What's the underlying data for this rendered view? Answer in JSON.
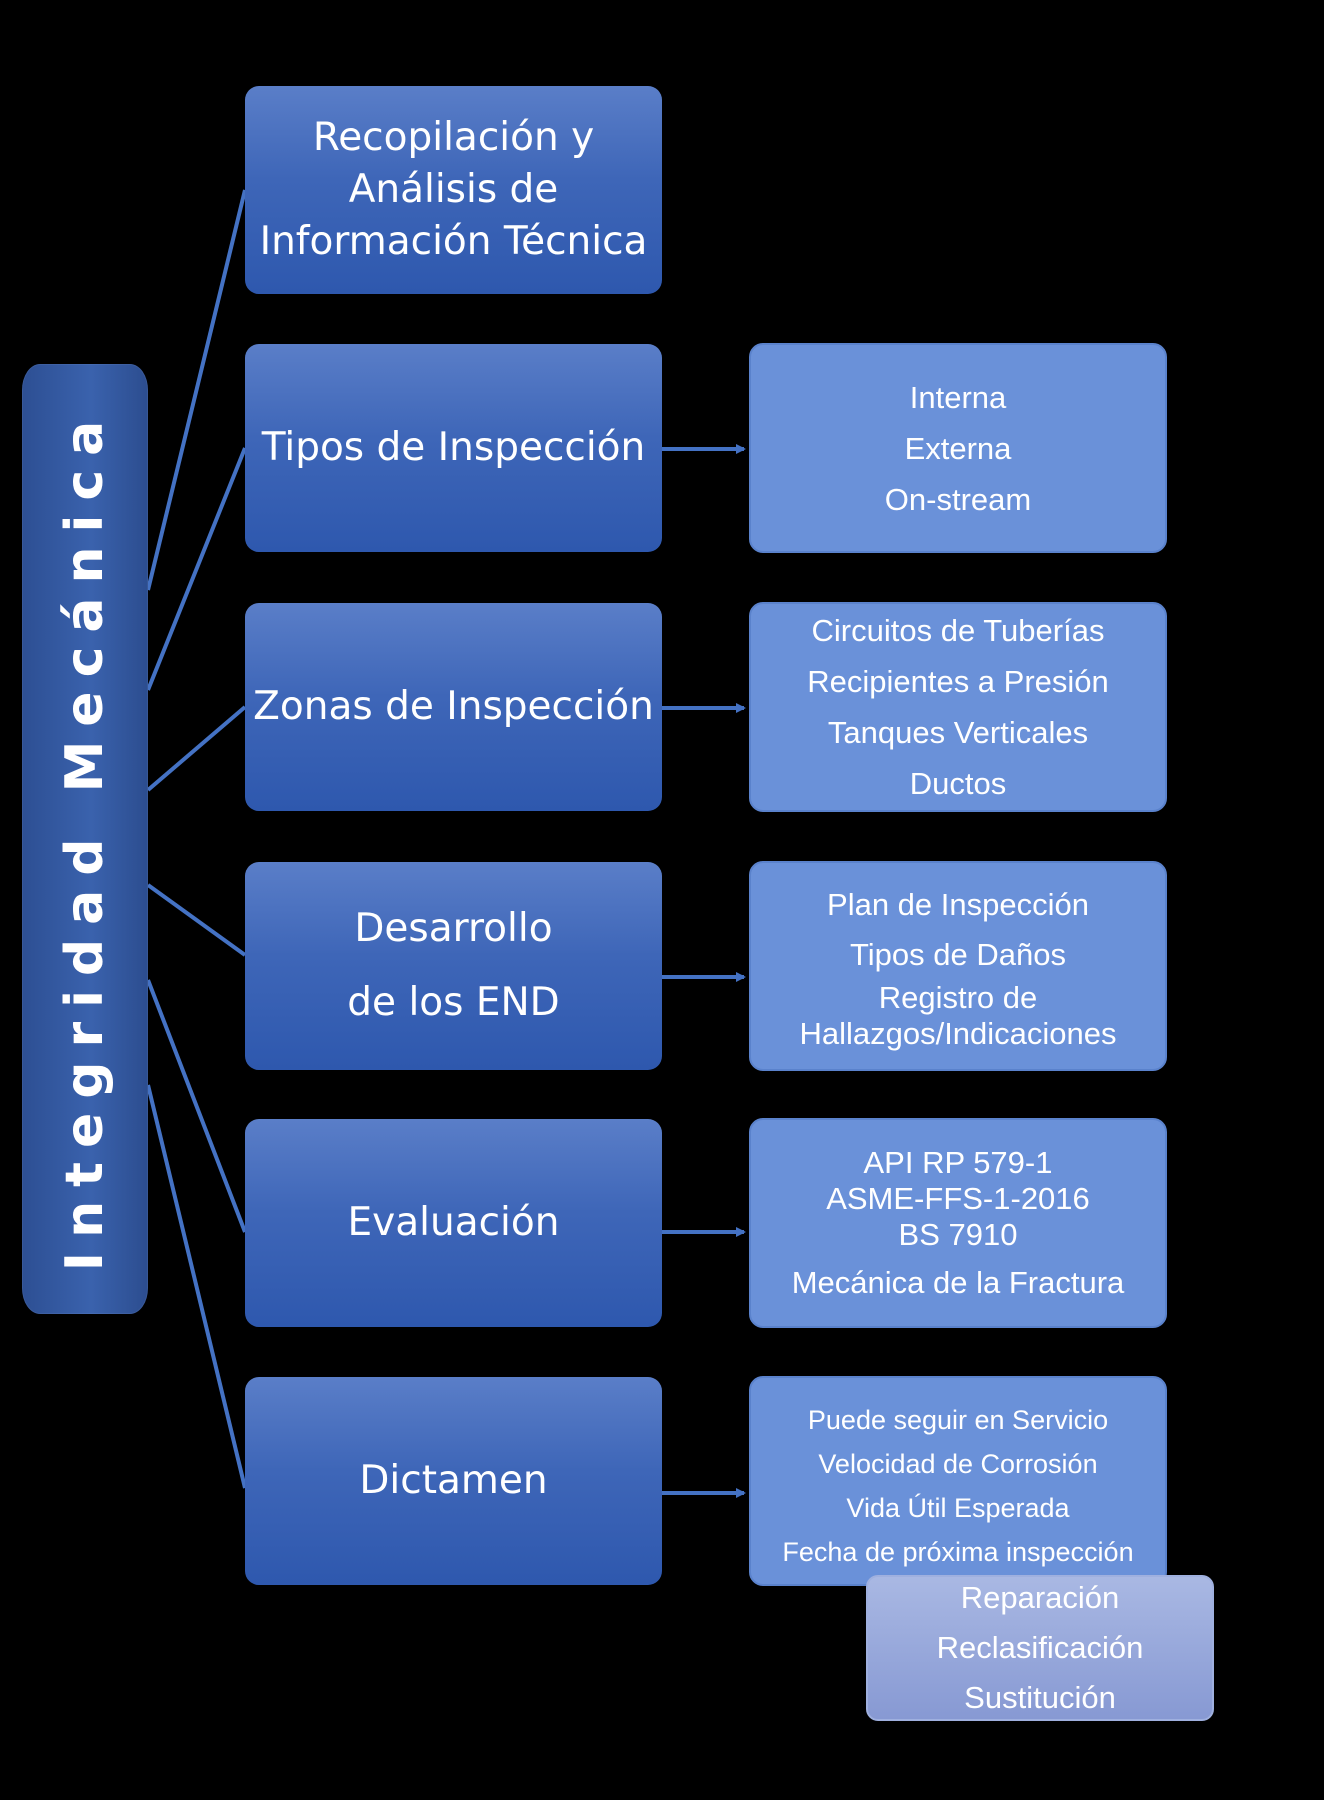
{
  "root": {
    "label": "Integridad Mecánica"
  },
  "steps": [
    {
      "lines": [
        "Recopilación y",
        "Análisis de",
        "Información Técnica"
      ],
      "details": []
    },
    {
      "lines": [
        "Tipos de Inspección"
      ],
      "details": [
        "Interna",
        "Externa",
        "On-stream"
      ]
    },
    {
      "lines": [
        "Zonas de Inspección"
      ],
      "details": [
        "Circuitos de Tuberías",
        "Recipientes a Presión",
        "Tanques Verticales",
        "Ductos"
      ]
    },
    {
      "lines": [
        "Desarrollo",
        "de los END"
      ],
      "details": [
        "Plan de Inspección",
        "Tipos de Daños",
        "Registro de",
        "Hallazgos/Indicaciones"
      ]
    },
    {
      "lines": [
        "Evaluación"
      ],
      "details": [
        "API RP 579-1",
        "ASME-FFS-1-2016",
        "BS 7910",
        "Mecánica de la Fractura"
      ]
    },
    {
      "lines": [
        "Dictamen"
      ],
      "details": [
        "Puede seguir en Servicio",
        "Velocidad de Corrosión",
        "Vida Útil Esperada",
        "Fecha de próxima inspección"
      ]
    }
  ],
  "dictamen_actions": [
    "Reparación",
    "Reclasificación",
    "Sustitución"
  ],
  "colors": {
    "background": "#000000",
    "step_box": "#3e66b8",
    "detail_box": "#6a91d9",
    "action_box": "#9aaade",
    "connector": "#4472c4"
  }
}
